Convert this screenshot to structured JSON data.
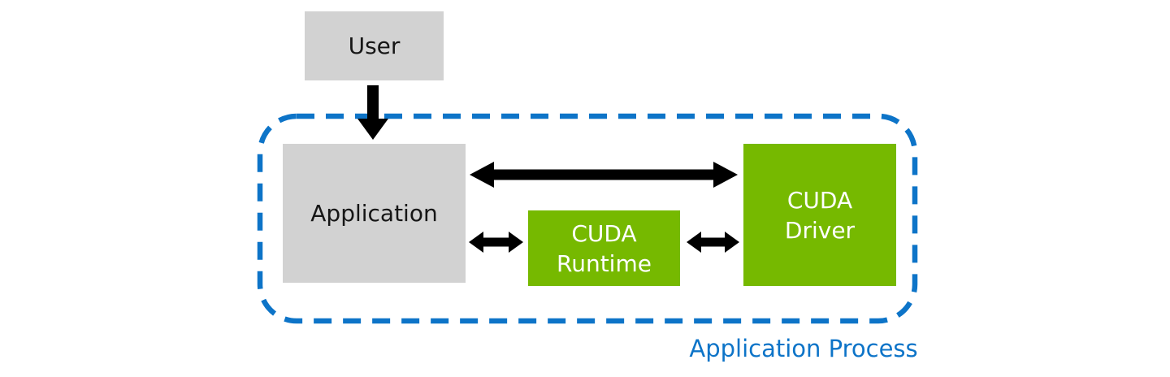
{
  "diagram": {
    "nodes": {
      "user": {
        "label": "User"
      },
      "application": {
        "label": "Application"
      },
      "cuda_runtime": {
        "lines": [
          "CUDA",
          "Runtime"
        ]
      },
      "cuda_driver": {
        "lines": [
          "CUDA",
          "Driver"
        ]
      }
    },
    "boundary_label": "Application Process",
    "connections": [
      {
        "from": "User",
        "to": "Application",
        "direction": "one-way"
      },
      {
        "from": "Application",
        "to": "CUDA Driver",
        "direction": "two-way"
      },
      {
        "from": "Application",
        "to": "CUDA Runtime",
        "direction": "two-way"
      },
      {
        "from": "CUDA Runtime",
        "to": "CUDA Driver",
        "direction": "two-way"
      }
    ]
  },
  "colors": {
    "nvidia-green": "#76b900",
    "box-gray": "#d2d2d2",
    "process-blue": "#0d74c8",
    "arrow-black": "#000000",
    "label-white": "#ffffff",
    "label-black": "#161616",
    "canvas-white": "#ffffff"
  }
}
